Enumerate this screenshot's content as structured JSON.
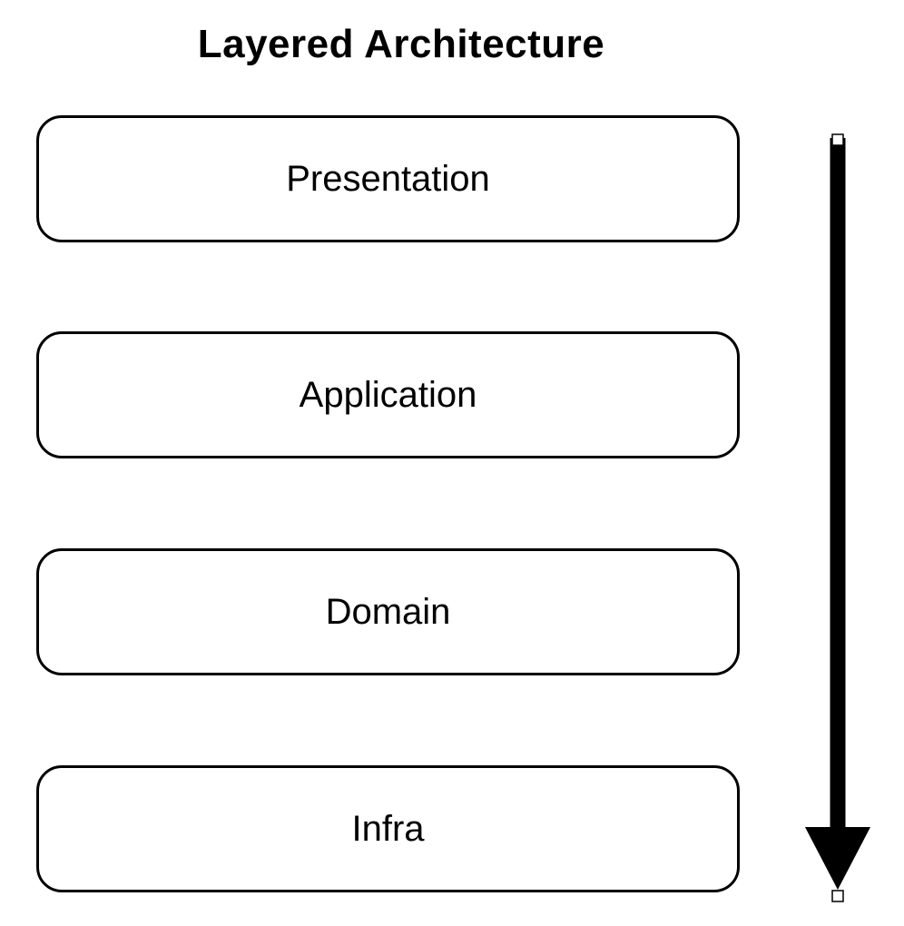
{
  "title": "Layered Architecture",
  "layers": [
    {
      "label": "Presentation"
    },
    {
      "label": "Application"
    },
    {
      "label": "Domain"
    },
    {
      "label": "Infra"
    }
  ],
  "arrow": {
    "icon": "arrow-down-icon",
    "direction": "down",
    "selected": true
  },
  "colors": {
    "stroke": "#000000",
    "fill": "#ffffff",
    "background": "#ffffff"
  }
}
